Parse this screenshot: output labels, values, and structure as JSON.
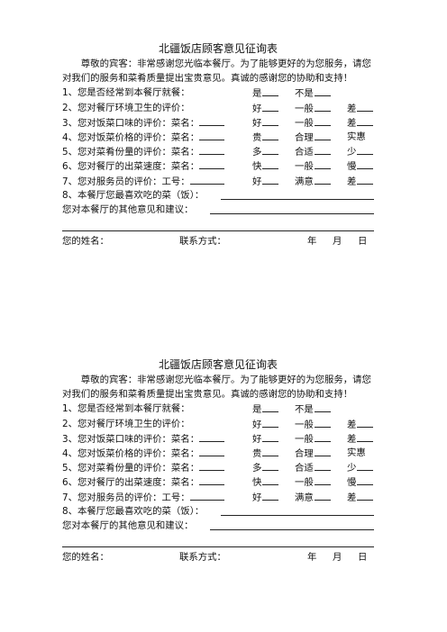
{
  "forms": [
    {
      "title": "北疆饭店顾客意见征询表",
      "intro": "尊敬的宾客：非常感谢您光临本餐厅。为了能够更好的为您服务，请您对我们的服务和菜肴质量提出宝贵意见。真诚的感谢您的协助和支持！",
      "questions": [
        {
          "text": "1、您是否经常到本餐厅就餐：",
          "options": [
            "是",
            "不是"
          ]
        },
        {
          "text": "2、您对餐厅环境卫生的评价：",
          "options": [
            "好",
            "一般",
            "差"
          ]
        },
        {
          "text": "3、您对饭菜口味的评价：菜名：",
          "options": [
            "好",
            "一般",
            "差"
          ]
        },
        {
          "text": "4、您对饭菜价格的评价：菜名：",
          "options": [
            "贵",
            "合理",
            "实惠"
          ]
        },
        {
          "text": "5、您对菜肴份量的评价：菜名：",
          "options": [
            "多",
            "合适",
            "少"
          ]
        },
        {
          "text": "6、您对餐厅的出菜速度：菜名：",
          "options": [
            "快",
            "一般",
            "慢"
          ]
        },
        {
          "text": "7、您对服务员的评价：工号：",
          "options": [
            "好",
            "满意",
            "差"
          ]
        }
      ],
      "q8": "8、本餐厅您最喜欢吃的菜（饭）：",
      "other": "您对本餐厅的其他意见和建议：",
      "name_label": "您的姓名：",
      "contact_label": "联系方式：",
      "year": "年",
      "month": "月",
      "day": "日"
    },
    {
      "title": "北疆饭店顾客意见征询表",
      "intro": "尊敬的宾客：非常感谢您光临本餐厅。为了能够更好的为您服务，请您对我们的服务和菜肴质量提出宝贵意见。真诚的感谢您的协助和支持！",
      "questions": [
        {
          "text": "1、您是否经常到本餐厅就餐：",
          "options": [
            "是",
            "不是"
          ]
        },
        {
          "text": "2、您对餐厅环境卫生的评价：",
          "options": [
            "好",
            "一般",
            "差"
          ]
        },
        {
          "text": "3、您对饭菜口味的评价：菜名：",
          "options": [
            "好",
            "一般",
            "差"
          ]
        },
        {
          "text": "4、您对饭菜价格的评价：菜名：",
          "options": [
            "贵",
            "合理",
            "实惠"
          ]
        },
        {
          "text": "5、您对菜肴份量的评价：菜名：",
          "options": [
            "多",
            "合适",
            "少"
          ]
        },
        {
          "text": "6、您对餐厅的出菜速度：菜名：",
          "options": [
            "快",
            "一般",
            "慢"
          ]
        },
        {
          "text": "7、您对服务员的评价：工号：",
          "options": [
            "好",
            "满意",
            "差"
          ]
        }
      ],
      "q8": "8、本餐厅您最喜欢吃的菜（饭）：",
      "other": "您对本餐厅的其他意见和建议：",
      "name_label": "您的姓名：",
      "contact_label": "联系方式：",
      "year": "年",
      "month": "月",
      "day": "日"
    }
  ]
}
